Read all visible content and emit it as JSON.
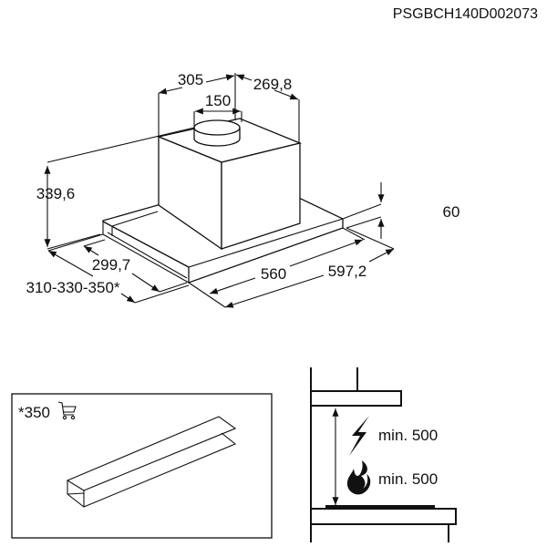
{
  "model_code": "PSGBCH140D002073",
  "dimensions": {
    "total_height": "339,6",
    "chimney_width": "305",
    "chimney_depth": "269,8",
    "duct_diameter": "150",
    "canopy_height": "60",
    "inner_width": "560",
    "total_width": "597,2",
    "depth": "299,7",
    "extended_depth": "310-330-350*"
  },
  "accessory": {
    "label": "*350",
    "icon": "shopping-cart-icon"
  },
  "clearance": {
    "electric_label": "min. 500",
    "gas_label": "min. 500",
    "electric_icon": "lightning-icon",
    "gas_icon": "flame-icon"
  }
}
